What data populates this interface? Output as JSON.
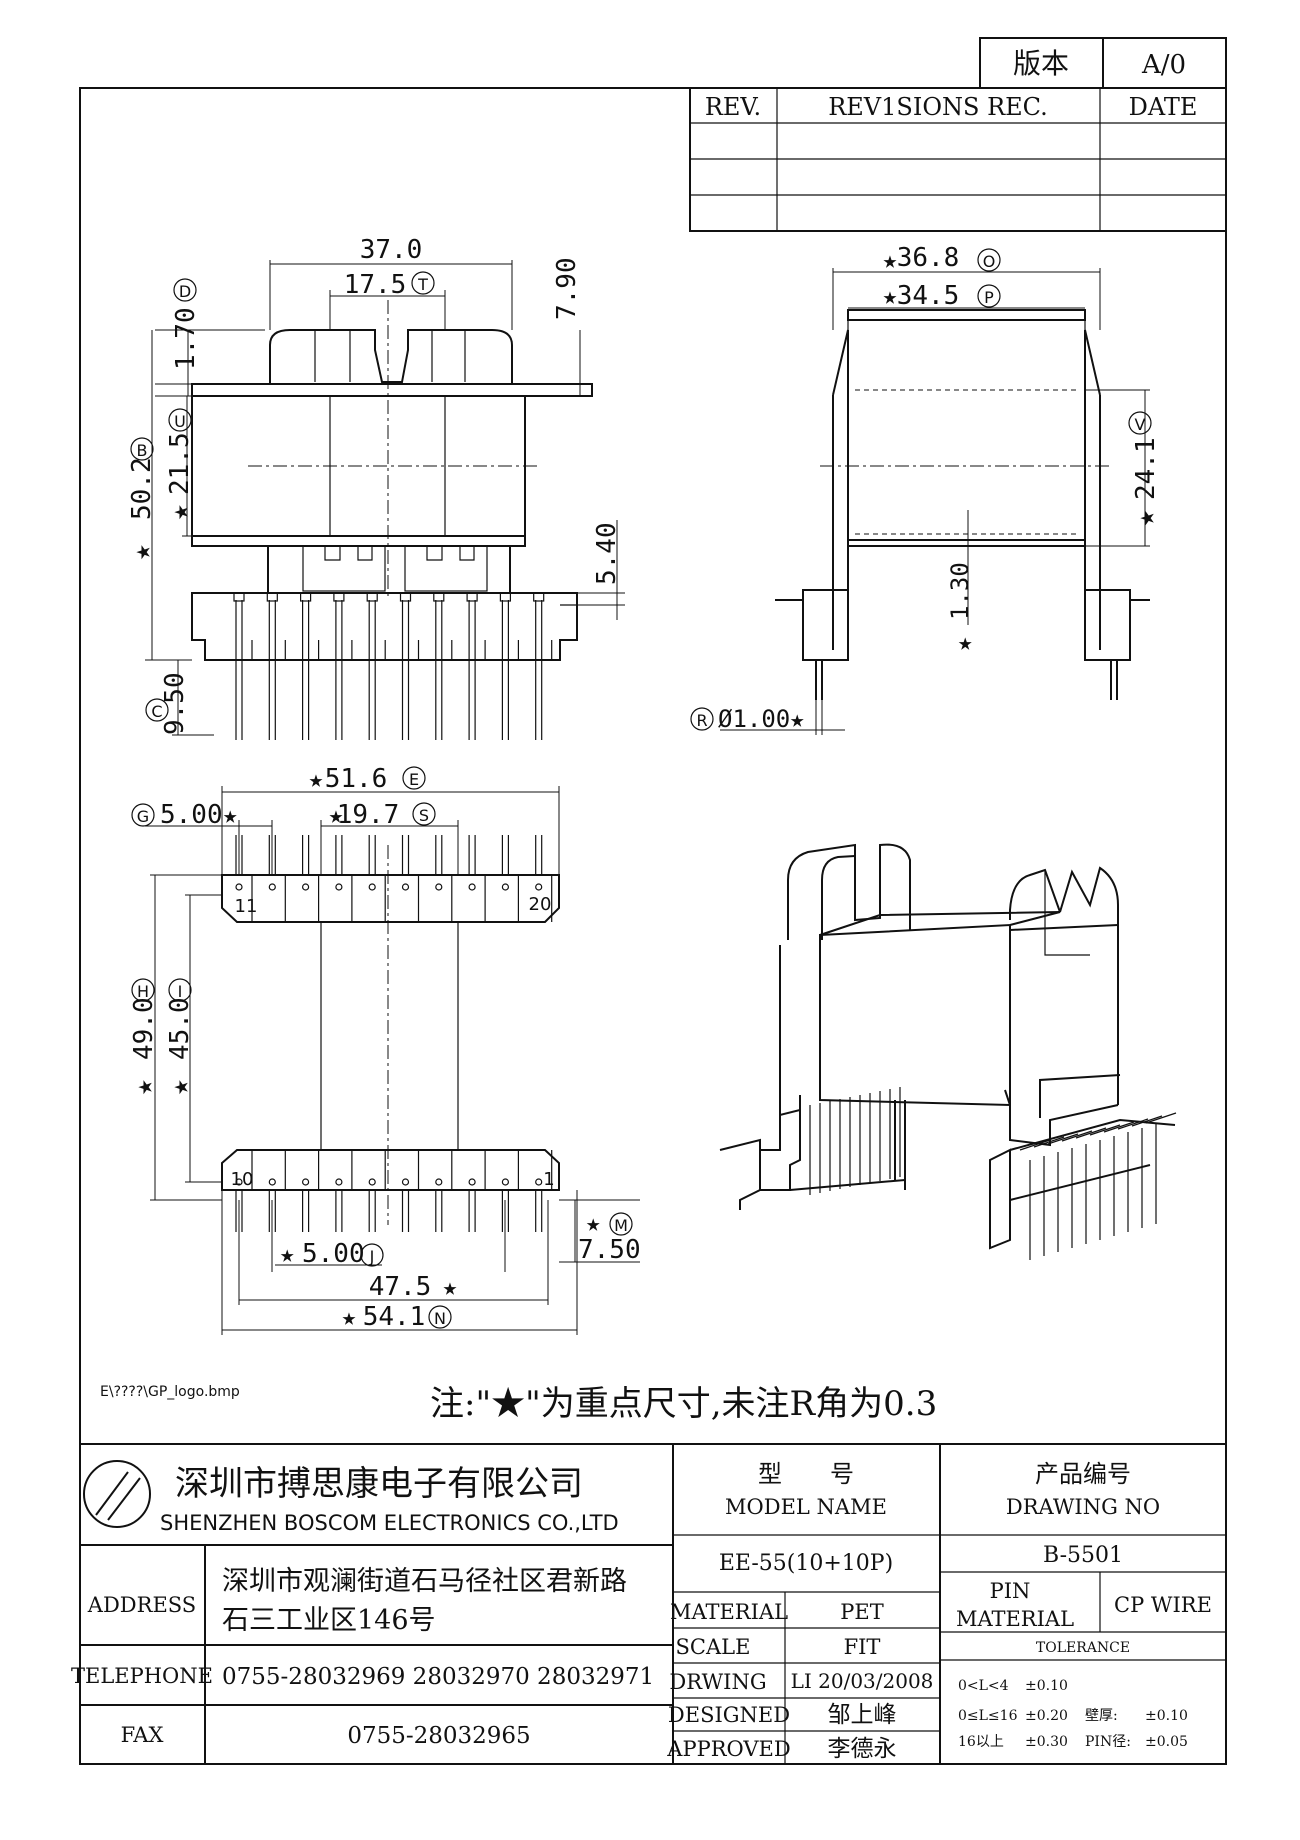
{
  "version_box": {
    "label": "版本",
    "value": "A/0"
  },
  "revision_table": {
    "headers": [
      "REV.",
      "REV1SIONS REC.",
      "DATE"
    ],
    "rows": [
      [
        "",
        "",
        ""
      ],
      [
        "",
        "",
        ""
      ],
      [
        "",
        "",
        ""
      ]
    ]
  },
  "dimensions": {
    "front": {
      "width": "37.0",
      "slot": "17.5",
      "slot_code": "T",
      "height_top": "7.90",
      "flange_code": "D",
      "flange": "1.70",
      "total_code": "B",
      "total": "50.2",
      "window_code": "U",
      "window": "21.5",
      "base": "5.40",
      "pin_len_code": "C",
      "pin_len": "9.50"
    },
    "side": {
      "outer": "36.8",
      "outer_code": "O",
      "inner": "34.5",
      "inner_code": "P",
      "height": "24.1",
      "height_code": "V",
      "offset": "1.30",
      "pin_dia_code": "R",
      "pin_dia": "Ø1.00"
    },
    "bottom": {
      "overall": "51.6",
      "overall_code": "E",
      "pitch_code": "G",
      "pitch": "5.00",
      "spacing": "19.7",
      "spacing_code": "S",
      "row_outer_code": "H",
      "row_outer": "49.0",
      "row_inner_code": "I",
      "row_inner": "45.0",
      "pin_num_11": "11",
      "pin_num_20": "20",
      "pin_num_10": "10",
      "pin_num_1": "1",
      "margin_code": "M",
      "margin": "7.50",
      "pitch2": "5.00",
      "pitch2_code": "J",
      "pin_span": "47.5",
      "base_len": "54.1",
      "base_len_code": "N"
    }
  },
  "star": "★",
  "note": "注:\"★\"为重点尺寸,未注R角为0.3",
  "logo_path": "E\\????\\GP_logo.bmp",
  "title_block": {
    "company_cn": "深圳市搏思康电子有限公司",
    "company_en": "SHENZHEN BOSCOM ELECTRONICS CO.,LTD",
    "model_cn": "型　　号",
    "model_en": "MODEL NAME",
    "drawing_cn": "产品编号",
    "drawing_en": "DRAWING NO",
    "model_value": "EE-55(10+10P)",
    "drawing_value": "B-5501",
    "address_label": "ADDRESS",
    "address_line1": "深圳市观澜街道石马径社区君新路",
    "address_line2": "石三工业区146号",
    "telephone_label": "TELEPHONE",
    "telephone": "0755-28032969 28032970 28032971",
    "fax_label": "FAX",
    "fax": "0755-28032965",
    "material_label": "MATERIAL",
    "material": "PET",
    "scale_label": "SCALE",
    "scale": "FIT",
    "drawing_label": "DRWING",
    "drawing_by": "LI 20/03/2008",
    "designed_label": "DESIGNED",
    "designed_by": "邹上峰",
    "approved_label": "APPROVED",
    "approved_by": "李德永",
    "pin_material_label1": "PIN",
    "pin_material_label2": "MATERIAL",
    "pin_material": "CP WIRE",
    "tolerance_label": "TOLERANCE",
    "tol_r1_range": "0<L<4",
    "tol_r1_val": "±0.10",
    "tol_r2_range": "0≤L≤16",
    "tol_r2_val": "±0.20",
    "tol_r2_extra_label": "壁厚:",
    "tol_r2_extra_val": "±0.10",
    "tol_r3_range": "16以上",
    "tol_r3_val": "±0.30",
    "tol_r3_extra_label": "PIN径:",
    "tol_r3_extra_val": "±0.05"
  }
}
